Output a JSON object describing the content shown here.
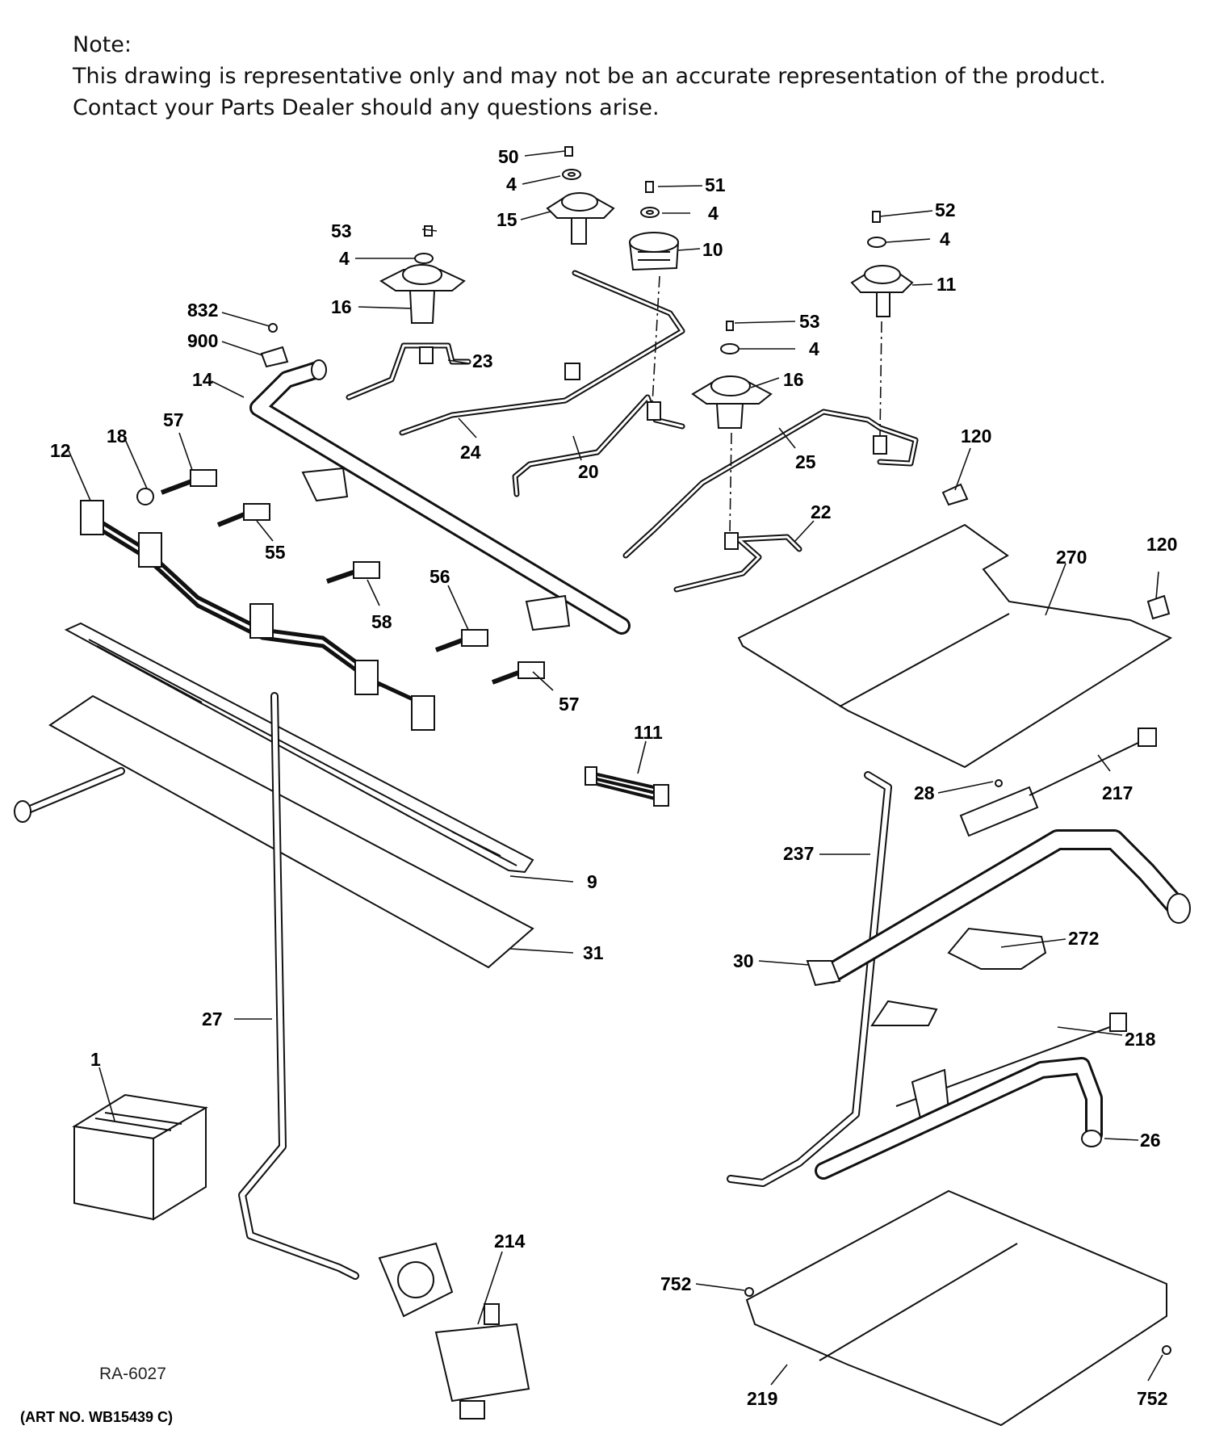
{
  "note": {
    "heading": "Note:",
    "line1": "This drawing is representative only and may not be an accurate representation of the product.",
    "line2": "Contact your Parts Dealer should any questions arise."
  },
  "diagram_ref": "RA-6027",
  "art_number": "(ART NO. WB15439 C)",
  "callouts": [
    {
      "id": "c50",
      "label": "50"
    },
    {
      "id": "c4a",
      "label": "4"
    },
    {
      "id": "c51",
      "label": "51"
    },
    {
      "id": "c15",
      "label": "15"
    },
    {
      "id": "c4b",
      "label": "4"
    },
    {
      "id": "c52",
      "label": "52"
    },
    {
      "id": "c10",
      "label": "10"
    },
    {
      "id": "c53a",
      "label": "53"
    },
    {
      "id": "c4c",
      "label": "4"
    },
    {
      "id": "c4d",
      "label": "4"
    },
    {
      "id": "c11",
      "label": "11"
    },
    {
      "id": "c16a",
      "label": "16"
    },
    {
      "id": "c832",
      "label": "832"
    },
    {
      "id": "c900",
      "label": "900"
    },
    {
      "id": "c53b",
      "label": "53"
    },
    {
      "id": "c4e",
      "label": "4"
    },
    {
      "id": "c23",
      "label": "23"
    },
    {
      "id": "c14",
      "label": "14"
    },
    {
      "id": "c16b",
      "label": "16"
    },
    {
      "id": "c57a",
      "label": "57"
    },
    {
      "id": "c18",
      "label": "18"
    },
    {
      "id": "c12",
      "label": "12"
    },
    {
      "id": "c24",
      "label": "24"
    },
    {
      "id": "c20",
      "label": "20"
    },
    {
      "id": "c25",
      "label": "25"
    },
    {
      "id": "c120a",
      "label": "120"
    },
    {
      "id": "c55",
      "label": "55"
    },
    {
      "id": "c22",
      "label": "22"
    },
    {
      "id": "c270",
      "label": "270"
    },
    {
      "id": "c120b",
      "label": "120"
    },
    {
      "id": "c56",
      "label": "56"
    },
    {
      "id": "c58",
      "label": "58"
    },
    {
      "id": "c57b",
      "label": "57"
    },
    {
      "id": "c111",
      "label": "111"
    },
    {
      "id": "c28",
      "label": "28"
    },
    {
      "id": "c217",
      "label": "217"
    },
    {
      "id": "c237",
      "label": "237"
    },
    {
      "id": "c9",
      "label": "9"
    },
    {
      "id": "c31",
      "label": "31"
    },
    {
      "id": "c272",
      "label": "272"
    },
    {
      "id": "c30",
      "label": "30"
    },
    {
      "id": "c27",
      "label": "27"
    },
    {
      "id": "c218",
      "label": "218"
    },
    {
      "id": "c1",
      "label": "1"
    },
    {
      "id": "c26",
      "label": "26"
    },
    {
      "id": "c214",
      "label": "214"
    },
    {
      "id": "c752a",
      "label": "752"
    },
    {
      "id": "c219",
      "label": "219"
    },
    {
      "id": "c752b",
      "label": "752"
    }
  ]
}
